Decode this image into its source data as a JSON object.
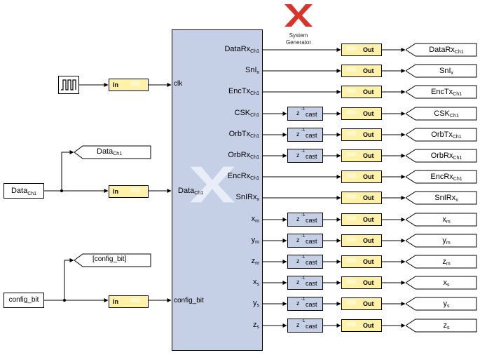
{
  "sysgen": {
    "line1": "System",
    "line2": "Generator"
  },
  "main_block": {
    "inputs": {
      "clk": "clk",
      "data_base": "Data",
      "data_sub": "Ch1",
      "config": "config_bit"
    },
    "outputs": [
      {
        "base": "DataRx",
        "sub": "Ch1"
      },
      {
        "base": "SnI",
        "sub": "x"
      },
      {
        "base": "EncTx",
        "sub": "Ch1"
      },
      {
        "base": "CSK",
        "sub": "Ch1"
      },
      {
        "base": "OrbTx",
        "sub": "Ch1"
      },
      {
        "base": "OrbRx",
        "sub": "Ch1"
      },
      {
        "base": "EncRx",
        "sub": "Ch1"
      },
      {
        "base": "SnIRx",
        "sub": "x"
      },
      {
        "base": "x",
        "sub": "m"
      },
      {
        "base": "y",
        "sub": "m"
      },
      {
        "base": "z",
        "sub": "m"
      },
      {
        "base": "x",
        "sub": "s"
      },
      {
        "base": "y",
        "sub": "s"
      },
      {
        "base": "z",
        "sub": "s"
      }
    ]
  },
  "sources": {
    "data": {
      "base": "Data",
      "sub": "Ch1"
    },
    "config": "config_bit"
  },
  "goto_tags": {
    "data": {
      "base": "Data",
      "sub": "Ch1"
    },
    "config": "[config_bit]"
  },
  "gateway_in_label": "In",
  "gateway_out_label": "Out",
  "delay": {
    "z": "z",
    "exp": "-1",
    "cast": "cast"
  },
  "out_tags": [
    {
      "base": "DataRx",
      "sub": "Ch1"
    },
    {
      "base": "SnI",
      "sub": "x"
    },
    {
      "base": "EncTx",
      "sub": "Ch1"
    },
    {
      "base": "CSK",
      "sub": "Ch1"
    },
    {
      "base": "OrbTx",
      "sub": "Ch1"
    },
    {
      "base": "OrbRx",
      "sub": "Ch1"
    },
    {
      "base": "EncRx",
      "sub": "Ch1"
    },
    {
      "base": "SnIRx",
      "sub": "x"
    },
    {
      "base": "x",
      "sub": "m"
    },
    {
      "base": "y",
      "sub": "m"
    },
    {
      "base": "z",
      "sub": "m"
    },
    {
      "base": "x",
      "sub": "s"
    },
    {
      "base": "y",
      "sub": "s"
    },
    {
      "base": "z",
      "sub": "s"
    }
  ],
  "delay_rows": [
    false,
    false,
    false,
    true,
    true,
    true,
    false,
    false,
    true,
    true,
    true,
    true,
    true,
    true
  ],
  "colors": {
    "subsystem": "#c5cfe6",
    "gateway": "#fff2a8",
    "logo": "#d9342b"
  }
}
